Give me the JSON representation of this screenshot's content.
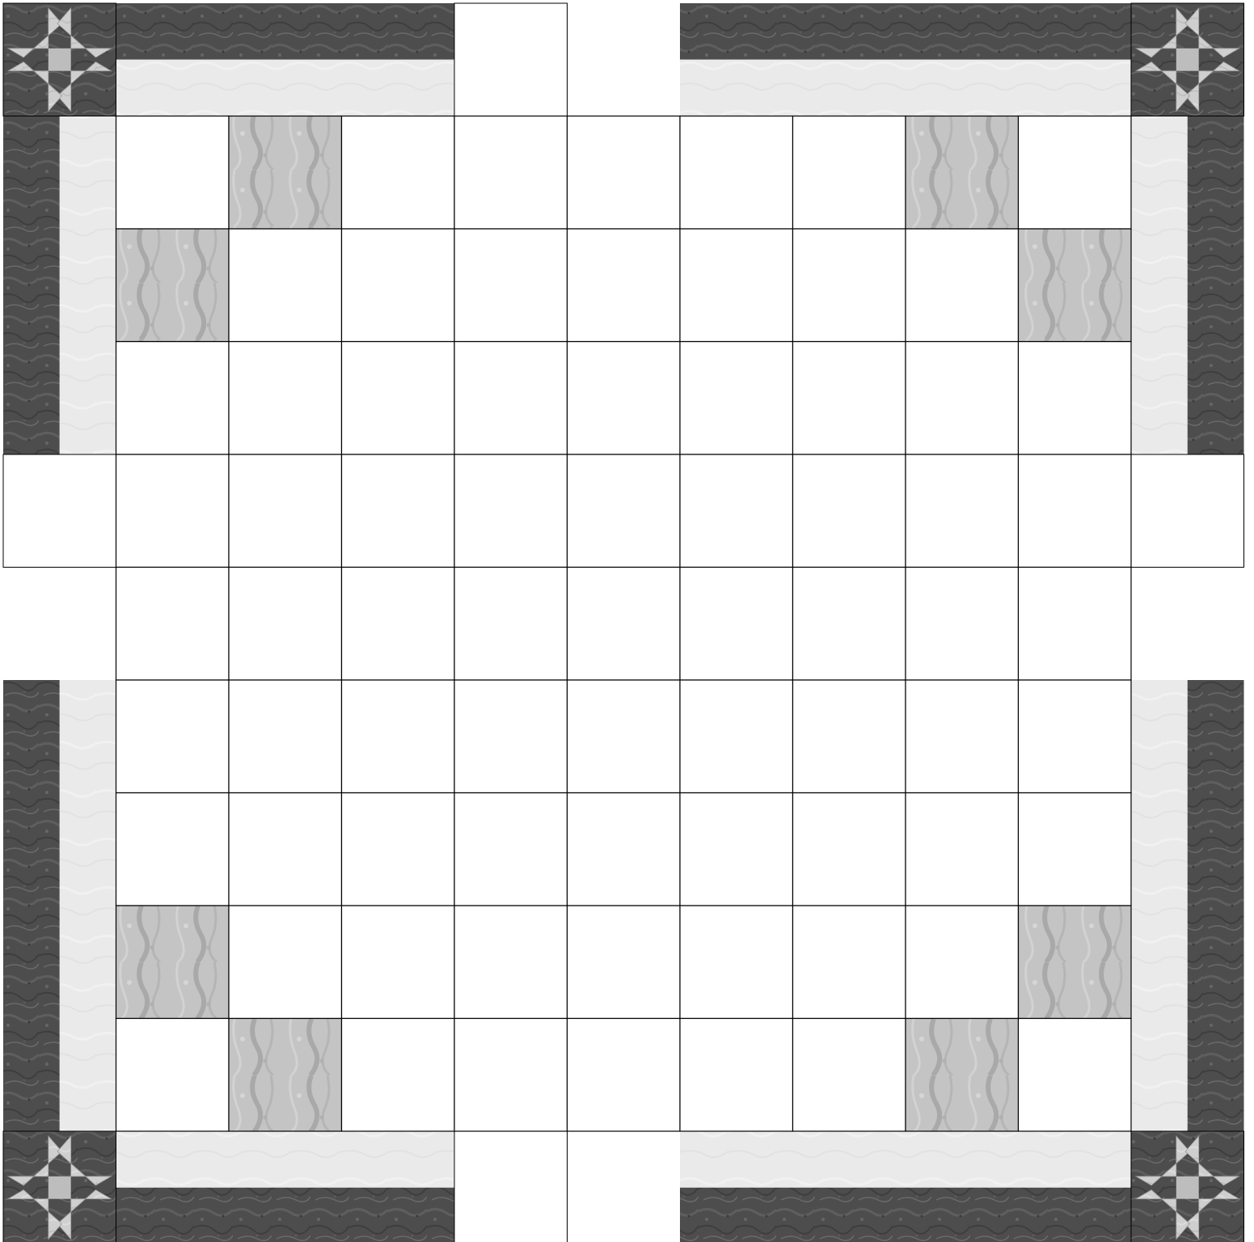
{
  "quilt": {
    "center_grid": {
      "rows": 9,
      "cols": 9,
      "accent_cells": [
        [
          0,
          1
        ],
        [
          0,
          7
        ],
        [
          1,
          0
        ],
        [
          1,
          8
        ],
        [
          7,
          0
        ],
        [
          7,
          8
        ],
        [
          8,
          1
        ],
        [
          8,
          7
        ]
      ]
    },
    "colors": {
      "dark_border": "#4d4d4d",
      "light_border": "#eaeaea",
      "accent_block": "#c4c4c4",
      "star_point": "#cfcfcf",
      "star_center": "#bdbdbd",
      "white_cell": "#ffffff",
      "grid_line": "#000000"
    },
    "corner_blocks": [
      "star-top-left",
      "star-top-right",
      "star-bottom-left",
      "star-bottom-right"
    ],
    "side_blocks": [
      "plain-top",
      "plain-right",
      "plain-bottom",
      "plain-left"
    ]
  }
}
